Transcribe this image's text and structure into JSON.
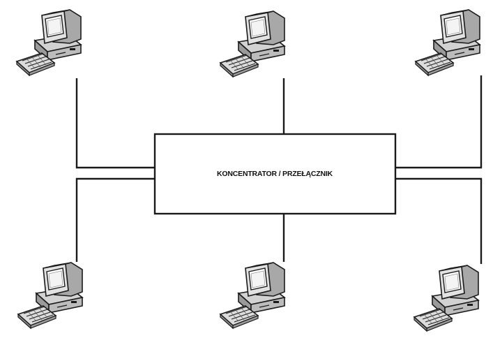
{
  "hub": {
    "label": "KONCENTRATOR / PRZEŁĄCZNIK"
  },
  "nodes": [
    {
      "id": "computer-top-left",
      "icon": "computer-icon"
    },
    {
      "id": "computer-top-center",
      "icon": "computer-icon"
    },
    {
      "id": "computer-top-right",
      "icon": "computer-icon"
    },
    {
      "id": "computer-bottom-left",
      "icon": "computer-icon"
    },
    {
      "id": "computer-bottom-center",
      "icon": "computer-icon"
    },
    {
      "id": "computer-bottom-right",
      "icon": "computer-icon"
    }
  ],
  "colors": {
    "line": "#1a1a1a",
    "device_light": "#e6e6e6",
    "device_mid": "#bdbdbd",
    "device_dark": "#8a8a8a",
    "screen": "#ffffff"
  }
}
